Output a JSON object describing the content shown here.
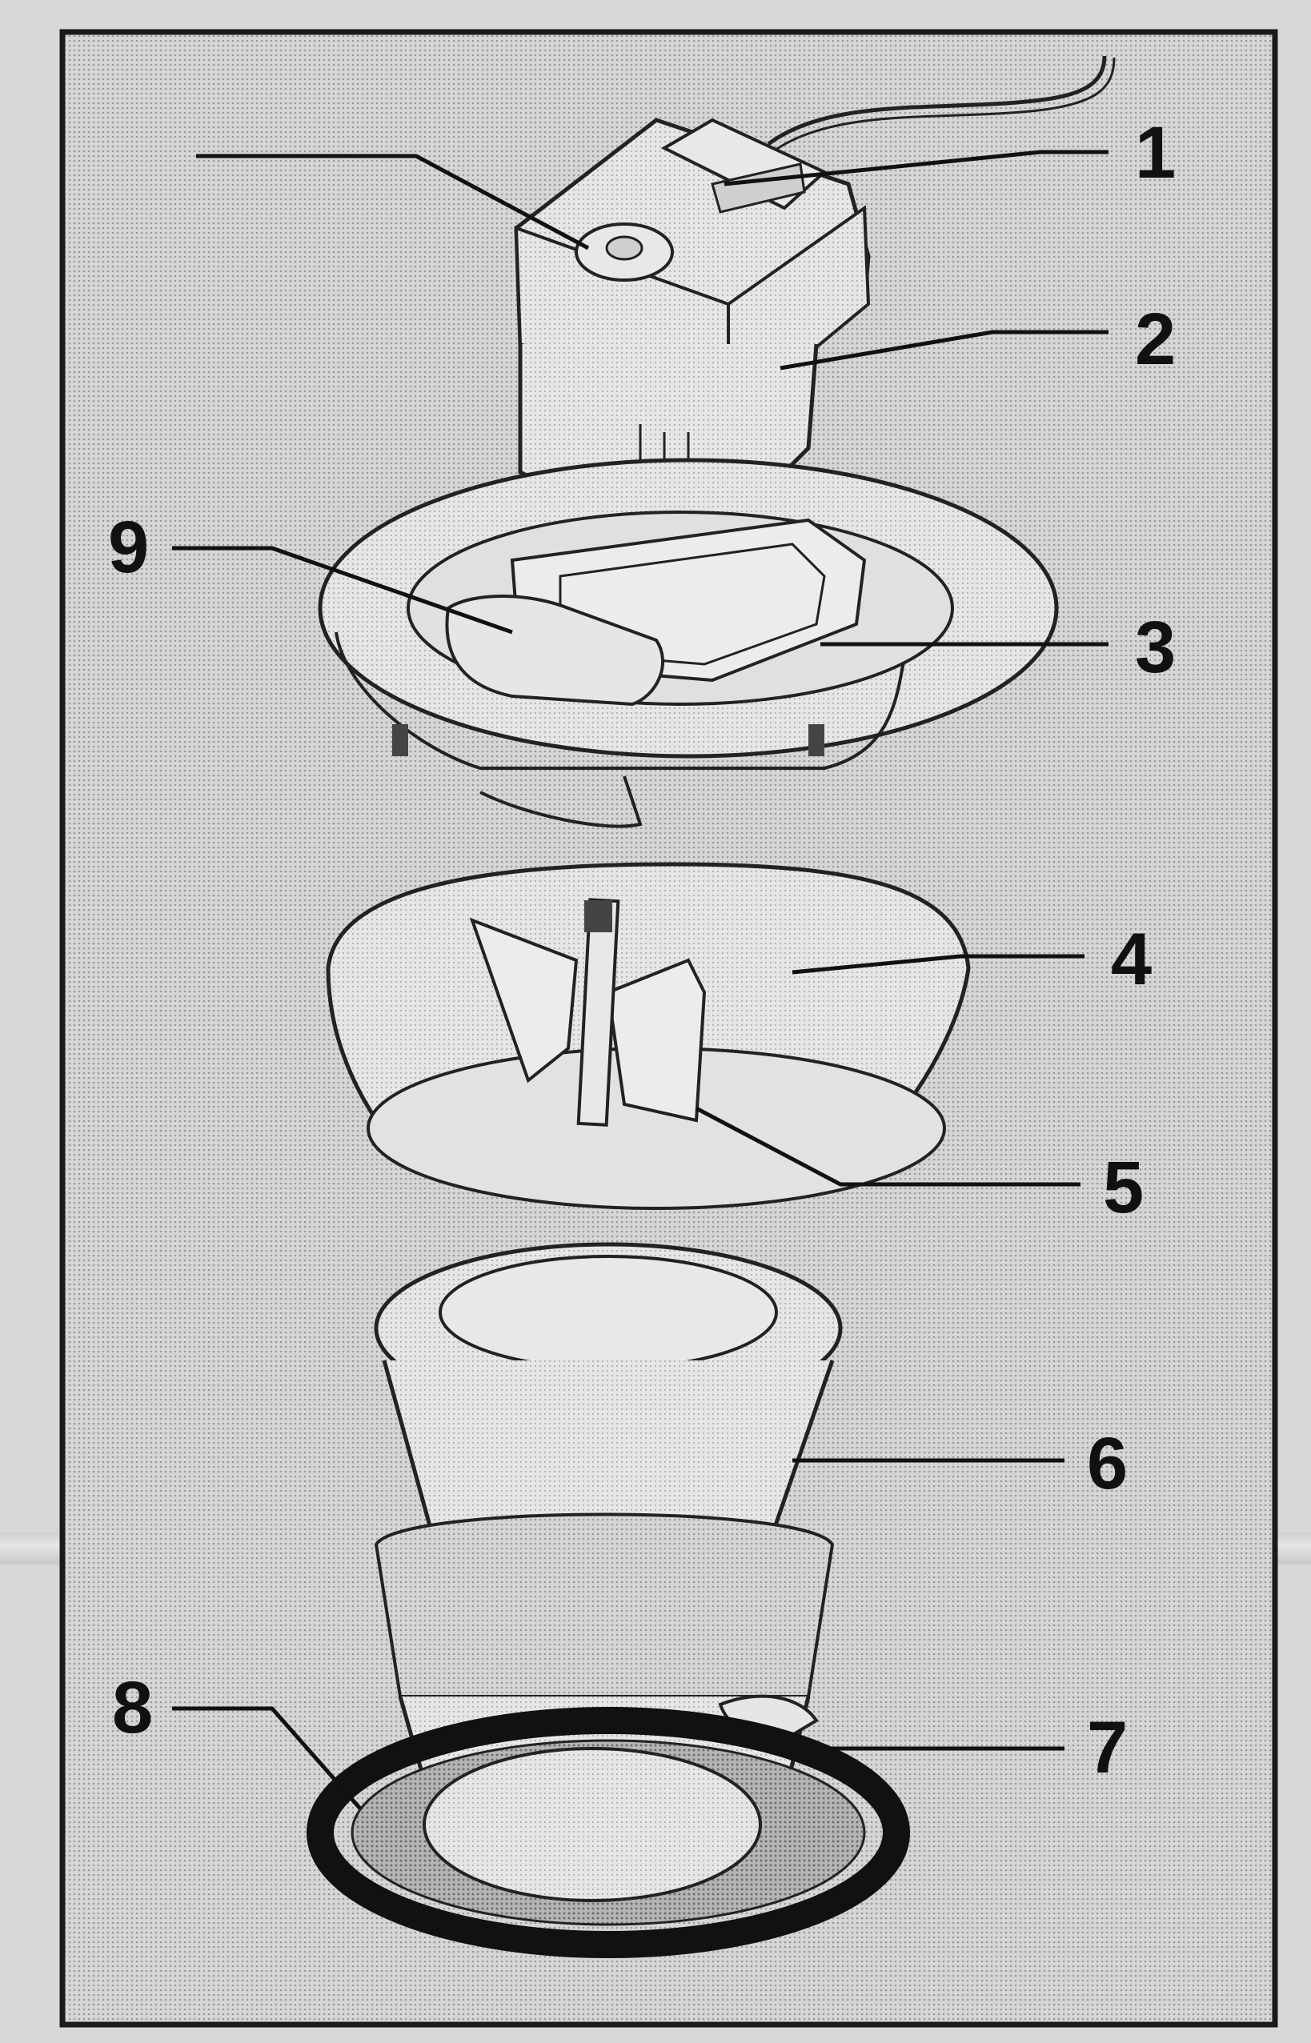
{
  "callouts": [
    {
      "id": "1",
      "label": "1"
    },
    {
      "id": "2",
      "label": "2"
    },
    {
      "id": "3",
      "label": "3"
    },
    {
      "id": "4",
      "label": "4"
    },
    {
      "id": "5",
      "label": "5"
    },
    {
      "id": "6",
      "label": "6"
    },
    {
      "id": "7",
      "label": "7"
    },
    {
      "id": "8",
      "label": "8"
    },
    {
      "id": "9",
      "label": "9"
    }
  ],
  "colors": {
    "halftone_bg": "#cfcfcf",
    "frame": "#1a1a1a",
    "line": "#222222",
    "part_fill": "#e4e4e4",
    "dark_part": "#444444"
  }
}
